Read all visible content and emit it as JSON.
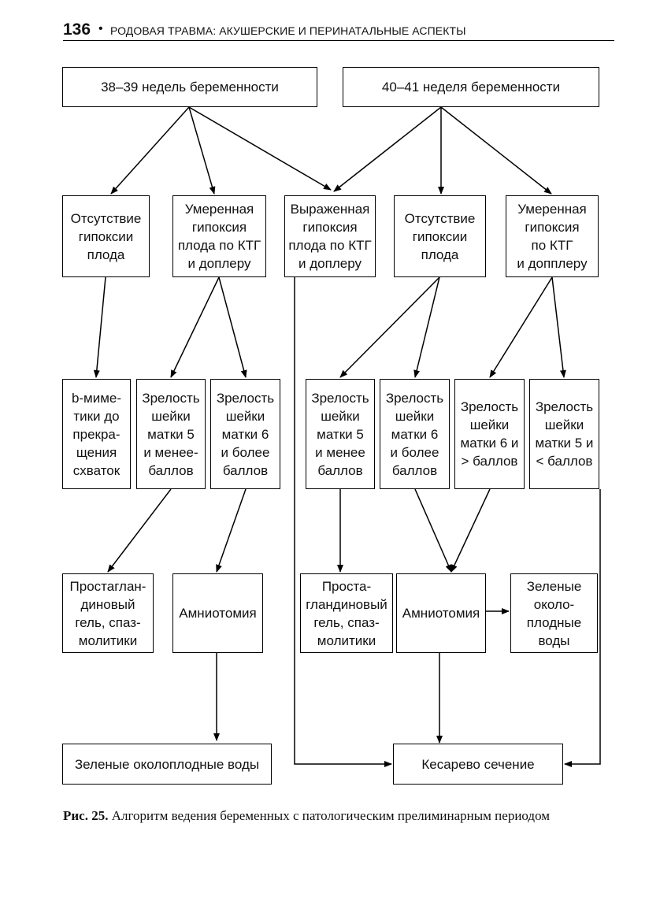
{
  "header": {
    "page_number": "136",
    "bullet": "•",
    "running_title": "РОДОВАЯ ТРАВМА: АКУШЕРСКИЕ И ПЕРИНАТАЛЬНЫЕ АСПЕКТЫ"
  },
  "flowchart": {
    "top_left": "38–39 недель беременности",
    "top_right": "40–41 неделя беременности",
    "r2_no_hypoxia_left": "Отсутствие\nгипоксии\nплода",
    "r2_moderate_left": "Умеренная\nгипоксия\nплода по КТГ\nи доплеру",
    "r2_severe": "Выраженная\nгипоксия\nплода по КТГ\nи доплеру",
    "r2_no_hypoxia_right": "Отсутствие\nгипоксии\nплода",
    "r2_moderate_right": "Умеренная\nгипоксия\nпо КТГ\nи допплеру",
    "r3_bmimetics": "b-миме-\nтики до\nпрекра-\nщения\nсхваток",
    "r3_mat5_left": "Зрелость\nшейки\nматки 5\nи менее-\nбаллов",
    "r3_mat6_left": "Зрелость\nшейки\nматки 6\nи более\nбаллов",
    "r3_mat5_mid": "Зрелость\nшейки\nматки 5\nи менее\nбаллов",
    "r3_mat6_mid": "Зрелость\nшейки\nматки 6\nи более\nбаллов",
    "r3_mat6_right": "Зрелость\nшейки\nматки 6 и\n> баллов",
    "r3_mat5_right": "Зрелость\nшейки\nматки 5 и\n< баллов",
    "r4_prost_left": "Простаглан-\nдиновый\nгель, спаз-\nмолитики",
    "r4_amnio_left": "Амниотомия",
    "r4_prost_right": "Проста-\nгландиновый\nгель, спаз-\nмолитики",
    "r4_amnio_right": "Амниотомия",
    "r4_green_right": "Зеленые\nоколо-\nплодные\nводы",
    "r5_green_left": "Зеленые околоплодные воды",
    "r5_cesarean": "Кесарево сечение"
  },
  "caption": {
    "label": "Рис. 25.",
    "text": " Алгоритм ведения беременных с патологическим прелиминарным периодом"
  }
}
